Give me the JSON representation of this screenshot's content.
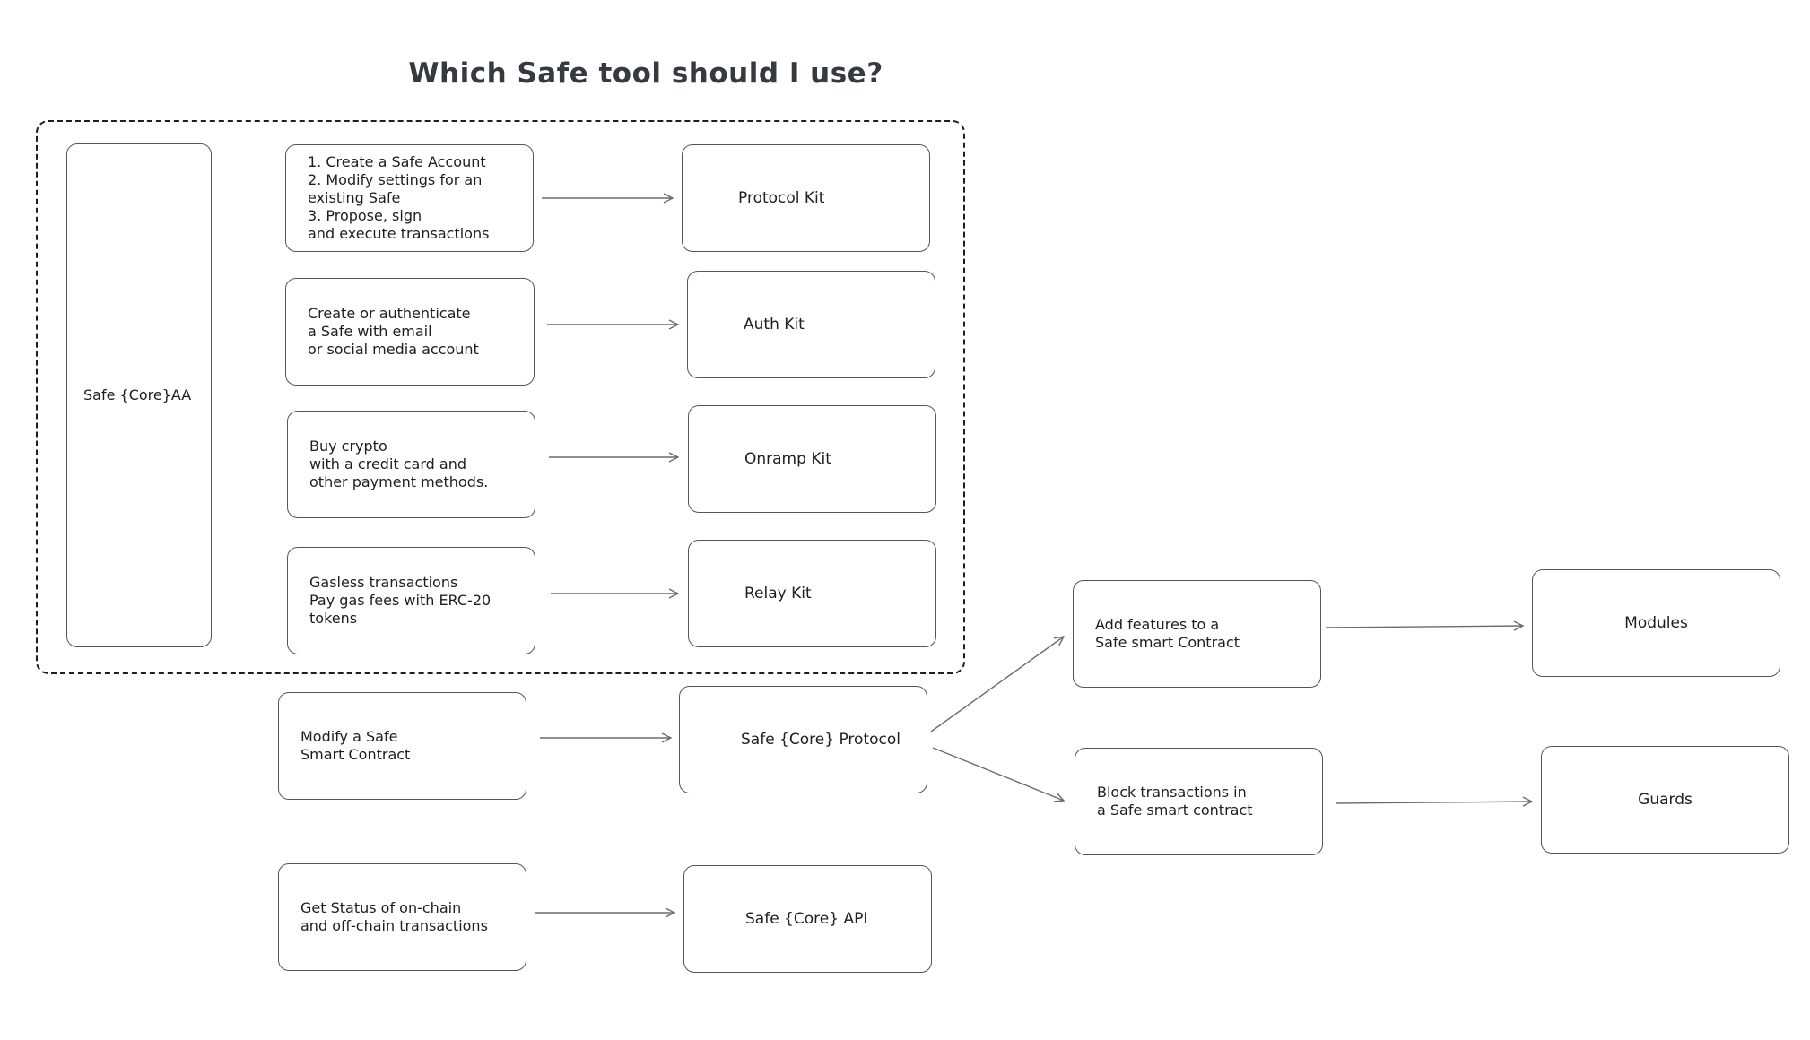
{
  "title": "Which Safe tool should I use?",
  "core_aa": {
    "label": "Safe {Core}AA"
  },
  "rows": [
    {
      "description": "1. Create a Safe Account\n2. Modify settings for an existing Safe\n3. Propose, sign\nand execute transactions",
      "tool": "Protocol Kit"
    },
    {
      "description": "Create or authenticate\na Safe with email\nor social media account",
      "tool": "Auth Kit"
    },
    {
      "description": "Buy crypto\nwith a credit card and\nother payment methods.",
      "tool": "Onramp Kit"
    },
    {
      "description": "Gasless transactions\nPay gas fees with ERC-20\ntokens",
      "tool": "Relay Kit"
    },
    {
      "description": "Modify a Safe\nSmart Contract",
      "tool": "Safe {Core} Protocol"
    },
    {
      "description": "Get Status of on-chain\nand off-chain transactions",
      "tool": "Safe {Core} API"
    }
  ],
  "protocol_branches": [
    {
      "description": "Add features to a\nSafe smart Contract",
      "outcome": "Modules"
    },
    {
      "description": "Block transactions in\na Safe smart contract",
      "outcome": "Guards"
    }
  ],
  "colors": {
    "stroke": "#1e1e1e",
    "box_border": "#555555",
    "arrow": "#6b6b6b",
    "title": "#343a40"
  }
}
